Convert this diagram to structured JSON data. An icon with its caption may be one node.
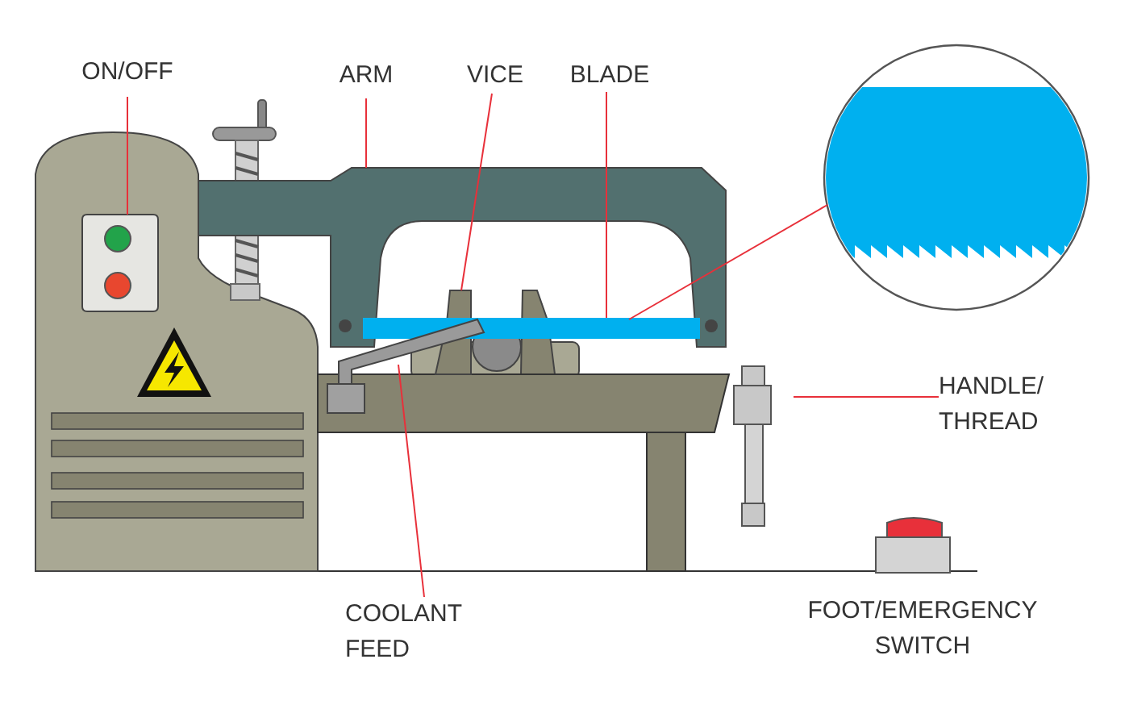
{
  "diagram": {
    "nodes": [
      {
        "text": [
          "ON/OFF"
        ]
      },
      {
        "text": [
          "ARM"
        ]
      },
      {
        "text": [
          "VICE"
        ]
      },
      {
        "text": [
          "BLADE"
        ]
      },
      {
        "text": [
          "COOLANT FEED"
        ]
      },
      {
        "text": [
          "HANDLE/ THREAD"
        ]
      },
      {
        "text": [],
        "shape": "box"
      },
      {
        "text": [],
        "shape": "bar"
      },
      {
        "text": [],
        "shape": "box"
      },
      {
        "text": [],
        "shape": "bar"
      },
      {
        "text": [],
        "shape": "bar"
      },
      {
        "text": [],
        "shape": "circle"
      }
    ],
    "edges": [
      {
        "from": 0,
        "to": 6,
        "arrow": "none"
      },
      {
        "from": 1,
        "to": 7,
        "arrow": "none"
      },
      {
        "from": 2,
        "to": 8,
        "arrow": "none"
      },
      {
        "from": 3,
        "to": 9,
        "arrow": "none"
      },
      {
        "from": 9,
        "to": 11,
        "arrow": "none"
      },
      {
        "from": 4,
        "to": 10,
        "arrow": "none"
      },
      {
        "from": 5,
        "to": null,
        "arrow": "none"
      }
    ],
    "labels": [
      "FOOT/EMERGENCY SWITCH"
    ]
  }
}
